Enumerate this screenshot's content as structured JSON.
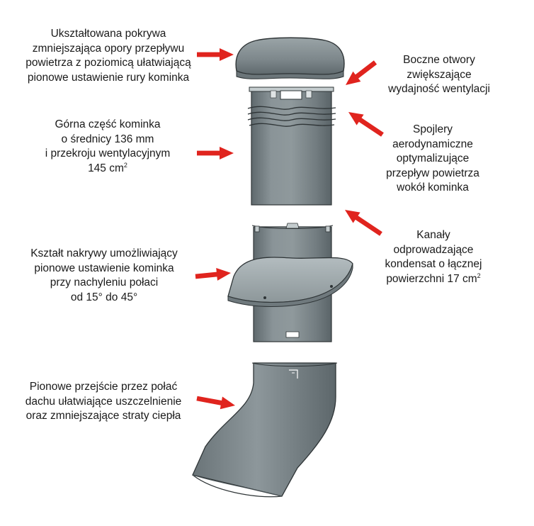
{
  "colors": {
    "arrow": "#e0241e",
    "pipe": "#7f8a8e",
    "pipe_dark": "#5f696d",
    "pipe_light": "#a6b0b3",
    "outline": "#2e3436",
    "text": "#1a1a1a"
  },
  "labels": {
    "cap": {
      "lines": [
        "Ukształtowana pokrywa",
        "zmniejszająca opory przepływu",
        "powietrza z poziomicą ułatwiającą",
        "pionowe ustawienie rury kominka"
      ]
    },
    "side_openings": {
      "lines": [
        "Boczne otwory",
        "zwiększające",
        "wydajność wentylacji"
      ]
    },
    "upper_pipe": {
      "lines": [
        "Górna część kominka",
        "o średnicy 136 mm",
        "i przekroju wentylacyjnym"
      ],
      "area_value": "145 cm",
      "area_exp": "2"
    },
    "spoilers": {
      "lines": [
        "Spojlery",
        "aerodynamiczne",
        "optymalizujące",
        "przepływ powietrza",
        "wokół kominka"
      ]
    },
    "channels": {
      "lines": [
        "Kanały",
        "odprowadzające",
        "kondensat o łącznej"
      ],
      "area_text": "powierzchni 17 cm",
      "area_exp": "2"
    },
    "collar": {
      "lines": [
        "Kształt nakrywy umożliwiający",
        "pionowe ustawienie kominka",
        "przy nachyleniu połaci",
        "od 15° do 45°"
      ]
    },
    "passage": {
      "lines": [
        "Pionowe przejście przez połać",
        "dachu ułatwiające uszczelnienie",
        "oraz zmniejszające straty ciepła"
      ]
    }
  }
}
